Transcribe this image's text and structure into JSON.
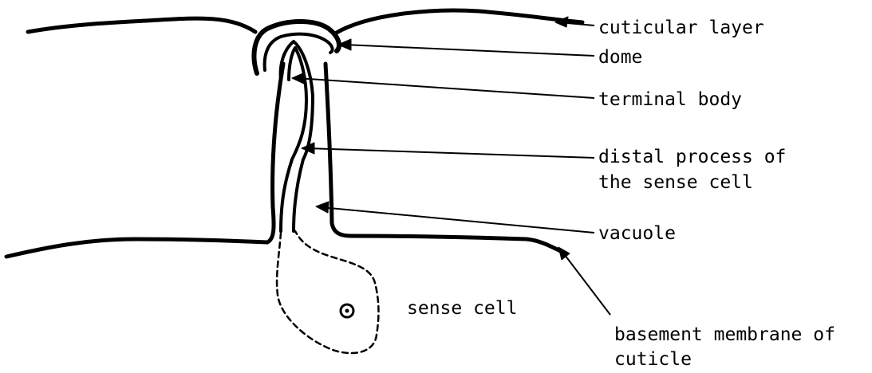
{
  "labels": {
    "cuticular_layer": "cuticular layer",
    "dome": "dome",
    "terminal_body": "terminal body",
    "distal_process_line1": "distal process of",
    "distal_process_line2": "the sense cell",
    "vacuole": "vacuole",
    "sense_cell": "sense cell",
    "basement_membrane_line1": "basement membrane of",
    "basement_membrane_line2": "cuticle"
  },
  "colors": {
    "ink": "#000000",
    "background": "#ffffff"
  }
}
